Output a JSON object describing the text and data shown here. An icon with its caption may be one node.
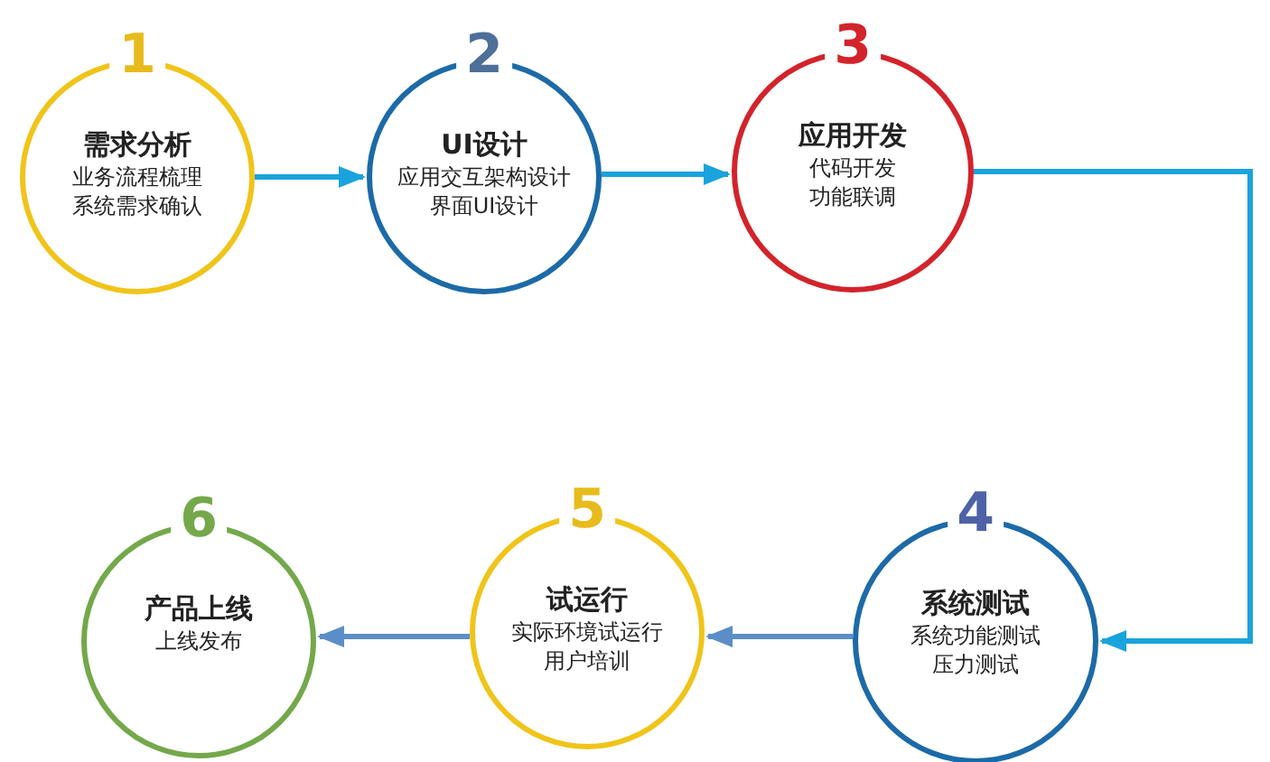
{
  "diagram": {
    "nodes": [
      {
        "text": [
          "1",
          "需求分析",
          "业务流程梳理系统需求确认"
        ]
      },
      {
        "text": [
          "2",
          "UI设计",
          "应用交互架构设计界面UI设计"
        ]
      },
      {
        "text": [
          "3",
          "应用开发",
          "代码开发功能联调"
        ]
      },
      {
        "text": [
          "4",
          "系统测试",
          "系统功能测试压力测试"
        ]
      },
      {
        "text": [
          "5",
          "试运行",
          "实际环境试运行用户培训"
        ]
      },
      {
        "text": [
          "6",
          "产品上线",
          "上线发布"
        ]
      }
    ],
    "edges": [
      {
        "from": 0,
        "to": 1,
        "arrow": "to"
      },
      {
        "from": 1,
        "to": 2,
        "arrow": "to"
      },
      {
        "from": 2,
        "to": 3,
        "arrow": "to"
      },
      {
        "from": 3,
        "to": 4,
        "arrow": "to",
        "color": "#5b8ec9"
      },
      {
        "from": 4,
        "to": 5,
        "arrow": "to",
        "color": "#5b8ec9"
      }
    ]
  }
}
